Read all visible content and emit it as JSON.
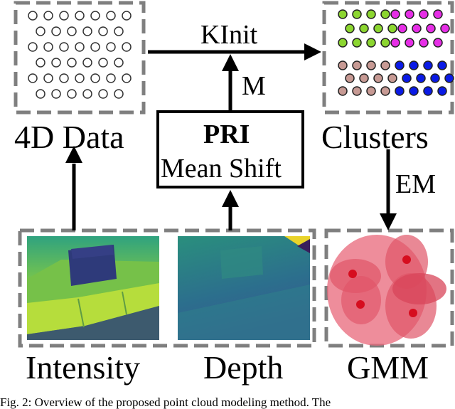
{
  "labels": {
    "data4d": "4D Data",
    "kinit": "KInit",
    "m": "M",
    "pri": "PRI",
    "meanshift": "Mean Shift",
    "clusters": "Clusters",
    "em": "EM",
    "intensity": "Intensity",
    "depth": "Depth",
    "gmm": "GMM"
  },
  "caption": "Fig. 2: Overview of the proposed point cloud modeling method. The",
  "colors": {
    "frame": "#7f7f7f",
    "arrow": "#000000",
    "cluster_green": "#8cd630",
    "cluster_magenta": "#e62ee6",
    "cluster_brown": "#c79a94",
    "cluster_blue": "#0a1ae6",
    "gmm_fill": "#e8677a",
    "gmm_center": "#d60d1f"
  }
}
